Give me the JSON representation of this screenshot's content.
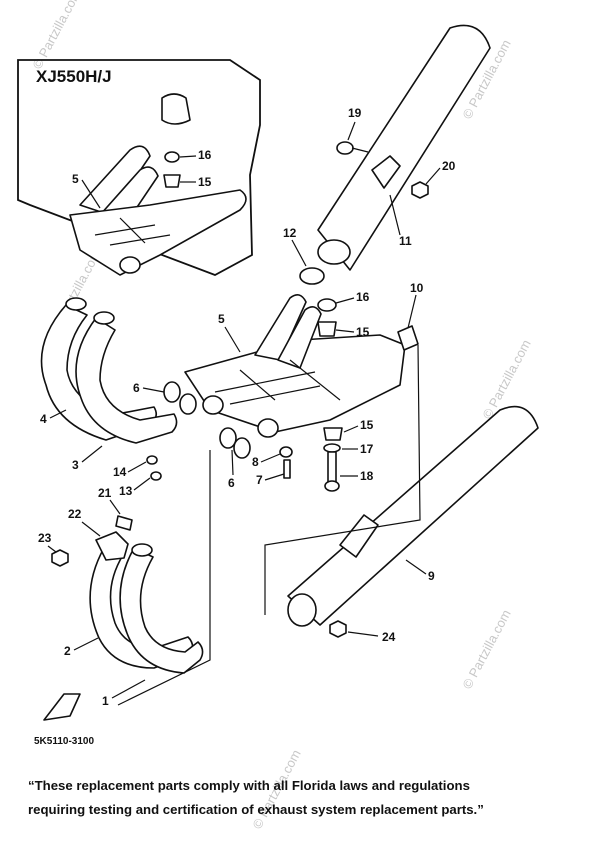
{
  "inset": {
    "title": "XJ550H/J"
  },
  "callouts": {
    "c1": "1",
    "c2": "2",
    "c3": "3",
    "c4": "4",
    "c5": "5",
    "c5i": "5",
    "c6a": "6",
    "c6b": "6",
    "c7": "7",
    "c8": "8",
    "c9": "9",
    "c10": "10",
    "c11": "11",
    "c12": "12",
    "c13": "13",
    "c14": "14",
    "c15a": "15",
    "c15b": "15",
    "c15i": "15",
    "c16a": "16",
    "c16i": "16",
    "c17": "17",
    "c18": "18",
    "c19": "19",
    "c20": "20",
    "c21": "21",
    "c22": "22",
    "c23": "23",
    "c24": "24"
  },
  "diagram_code": "5K5110-3100",
  "watermark": "© Partzilla.com",
  "footer": {
    "line1": "“These replacement parts comply with all Florida laws and regulations",
    "line2": "requiring testing and certification of exhaust system replacement parts.”"
  },
  "colors": {
    "ink": "#111111",
    "watermark": "#c8c8c8",
    "background": "#ffffff"
  }
}
